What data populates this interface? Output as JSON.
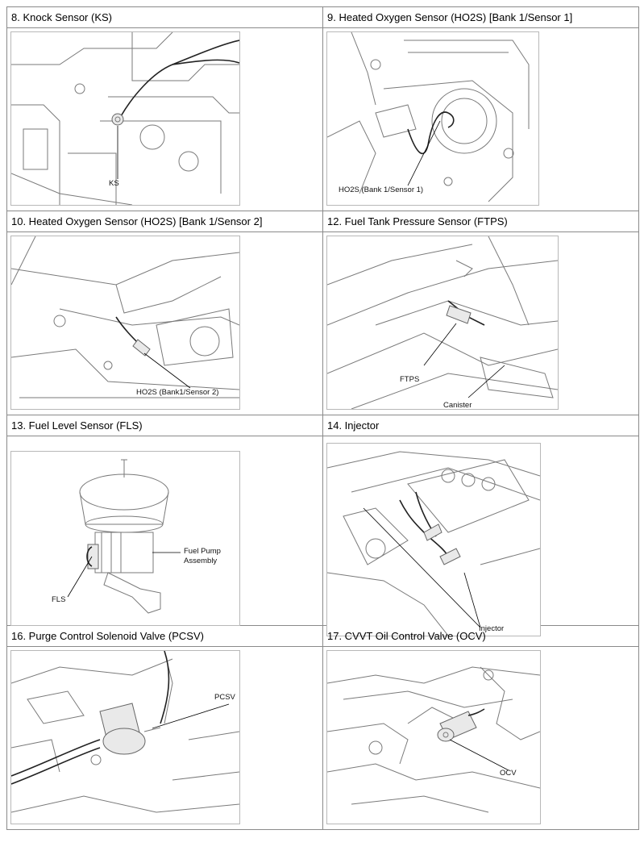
{
  "sections": [
    {
      "title": "8. Knock Sensor (KS)",
      "labels": [
        "KS"
      ]
    },
    {
      "title": "9. Heated Oxygen Sensor (HO2S) [Bank 1/Sensor 1]",
      "labels": [
        "HO2S (Bank 1/Sensor 1)"
      ]
    },
    {
      "title": "10. Heated Oxygen Sensor (HO2S) [Bank 1/Sensor 2]",
      "labels": [
        "HO2S (Bank1/Sensor 2)"
      ]
    },
    {
      "title": "12. Fuel Tank Pressure Sensor (FTPS)",
      "labels": [
        "FTPS",
        "Canister"
      ]
    },
    {
      "title": "13. Fuel Level Sensor (FLS)",
      "labels": [
        "Fuel Pump",
        "Assembly",
        "FLS"
      ]
    },
    {
      "title": "14. Injector",
      "labels": [
        "Injector"
      ]
    },
    {
      "title": "16. Purge Control Solenoid Valve (PCSV)",
      "labels": [
        "PCSV"
      ]
    },
    {
      "title": "17. CVVT Oil Control Valve (OCV)",
      "labels": [
        "OCV"
      ]
    }
  ]
}
